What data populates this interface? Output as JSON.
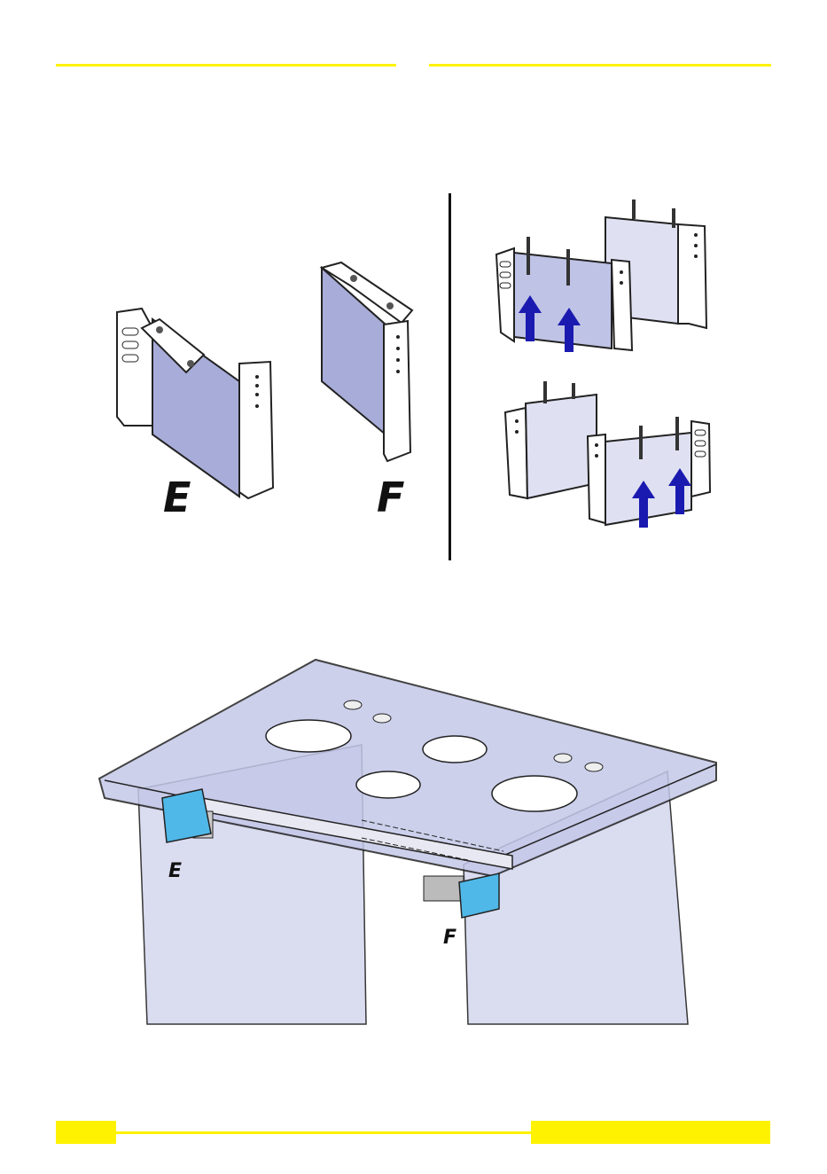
{
  "labels": {
    "bracket_left": "E",
    "bracket_right": "F",
    "install_left": "E",
    "install_right": "F"
  },
  "colors": {
    "accent": "#fff200",
    "bracket_fill": "#a8acd8",
    "arrow": "#1a1ab0",
    "glass": "#c4c8e8",
    "highlight_bracket": "#4fb8e8"
  },
  "icons": {
    "arrows": "up-arrow-icon"
  }
}
